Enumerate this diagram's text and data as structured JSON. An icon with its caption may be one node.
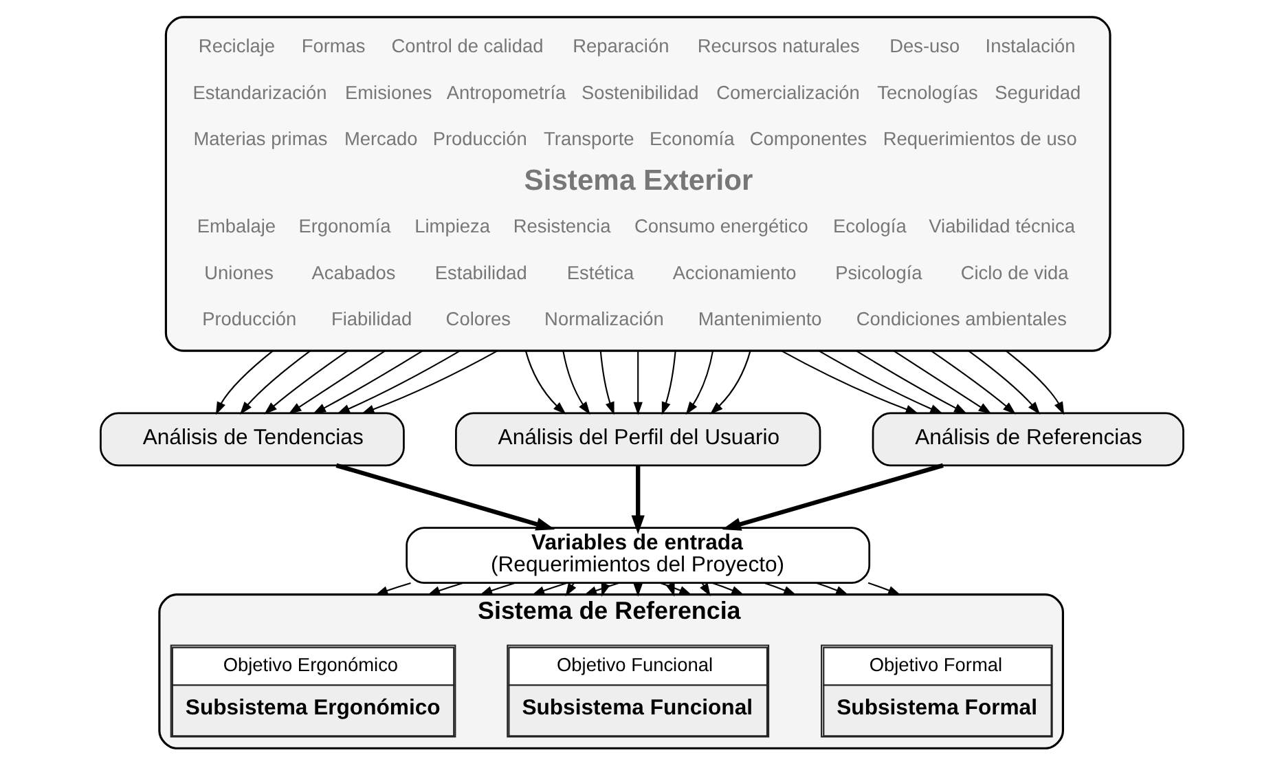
{
  "diagram": {
    "nodes": [
      {
        "text": [
          "Sistema Exterior",
          "Reciclaje",
          "Formas",
          "Control de calidad",
          "Reparación",
          "Recursos naturales",
          "Des-uso",
          "Instalación",
          "Estandarización",
          "Emisiones",
          "Antropometría",
          "Sostenibilidad",
          "Comercialización",
          "Tecnologías",
          "Seguridad",
          "Materias primas",
          "Mercado",
          "Producción",
          "Transporte",
          "Economía",
          "Componentes",
          "Requerimientos de uso",
          "Embalaje",
          "Ergonomía",
          "Limpieza",
          "Resistencia",
          "Consumo energético",
          "Ecología",
          "Viabilidad técnica",
          "Uniones",
          "Acabados",
          "Estabilidad",
          "Estética",
          "Accionamiento",
          "Psicología",
          "Ciclo de vida",
          "Producción",
          "Fiabilidad",
          "Colores",
          "Normalización",
          "Mantenimiento",
          "Condiciones ambientales"
        ]
      },
      {
        "text": [
          "Análisis de Tendencias"
        ]
      },
      {
        "text": [
          "Análisis del Perfil del Usuario"
        ]
      },
      {
        "text": [
          "Análisis de Referencias"
        ]
      },
      {
        "text": [
          "Variables de entrada",
          "(Requerimientos del Proyecto)"
        ]
      },
      {
        "text": [
          "Sistema de Referencia"
        ]
      },
      {
        "text": [
          "Objetivo Formal",
          "Subsistema Formal"
        ],
        "in": 5
      },
      {
        "text": [
          "Objetivo Funcional",
          "Subsistema Funcional"
        ],
        "in": 5
      },
      {
        "text": [
          "Objetivo Ergonómico",
          "Subsistema Ergonómico"
        ],
        "in": 5
      }
    ],
    "edges": [
      {
        "from": 0,
        "to": 1,
        "arrow": "to"
      },
      {
        "from": 0,
        "to": 1,
        "arrow": "to"
      },
      {
        "from": 0,
        "to": 1,
        "arrow": "to"
      },
      {
        "from": 0,
        "to": 1,
        "arrow": "to"
      },
      {
        "from": 0,
        "to": 1,
        "arrow": "to"
      },
      {
        "from": 0,
        "to": 1,
        "arrow": "to"
      },
      {
        "from": 0,
        "to": 1,
        "arrow": "to"
      },
      {
        "from": 0,
        "to": 2,
        "arrow": "to"
      },
      {
        "from": 0,
        "to": 2,
        "arrow": "to"
      },
      {
        "from": 0,
        "to": 2,
        "arrow": "to"
      },
      {
        "from": 0,
        "to": 2,
        "arrow": "to"
      },
      {
        "from": 0,
        "to": 2,
        "arrow": "to"
      },
      {
        "from": 0,
        "to": 2,
        "arrow": "to"
      },
      {
        "from": 0,
        "to": 2,
        "arrow": "to"
      },
      {
        "from": 0,
        "to": 3,
        "arrow": "to"
      },
      {
        "from": 0,
        "to": 3,
        "arrow": "to"
      },
      {
        "from": 0,
        "to": 3,
        "arrow": "to"
      },
      {
        "from": 0,
        "to": 3,
        "arrow": "to"
      },
      {
        "from": 0,
        "to": 3,
        "arrow": "to"
      },
      {
        "from": 0,
        "to": 3,
        "arrow": "to"
      },
      {
        "from": 0,
        "to": 3,
        "arrow": "to"
      },
      {
        "from": 1,
        "to": 4,
        "arrow": "to",
        "style": "thick"
      },
      {
        "from": 2,
        "to": 4,
        "arrow": "to",
        "style": "thick"
      },
      {
        "from": 3,
        "to": 4,
        "arrow": "to",
        "style": "thick"
      },
      {
        "from": 4,
        "to": 5,
        "arrow": "to"
      },
      {
        "from": 4,
        "to": 5,
        "arrow": "to"
      },
      {
        "from": 4,
        "to": 5,
        "arrow": "to"
      },
      {
        "from": 4,
        "to": 5,
        "arrow": "to"
      },
      {
        "from": 4,
        "to": 5,
        "arrow": "to"
      },
      {
        "from": 4,
        "to": 5,
        "arrow": "to"
      },
      {
        "from": 4,
        "to": 5,
        "arrow": "to"
      },
      {
        "from": 4,
        "to": 5,
        "arrow": "to"
      },
      {
        "from": 4,
        "to": 5,
        "arrow": "to"
      },
      {
        "from": 4,
        "to": 5,
        "arrow": "to"
      },
      {
        "from": 4,
        "to": 5,
        "arrow": "to"
      },
      {
        "from": 4,
        "to": 5,
        "arrow": "to"
      },
      {
        "from": 4,
        "to": 5,
        "arrow": "to"
      },
      {
        "from": 4,
        "to": 5,
        "arrow": "to"
      },
      {
        "from": 4,
        "to": 5,
        "arrow": "to"
      }
    ]
  }
}
